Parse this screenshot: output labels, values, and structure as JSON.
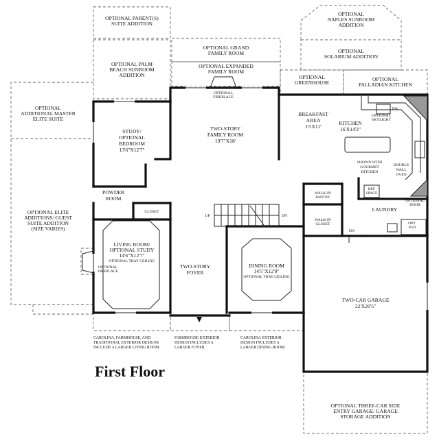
{
  "title": "First Floor",
  "labels": {
    "parents_suite": [
      "OPTIONAL PARENT(S)",
      "SUITE ADDITION"
    ],
    "palm_beach": [
      "OPTIONAL PALM",
      "BEACH SUNROOM",
      "ADDITION"
    ],
    "grand_family": [
      "OPTIONAL GRAND",
      "FAMILY ROOM"
    ],
    "expanded_family": [
      "OPTIONAL EXPANDED",
      "FAMILY ROOM"
    ],
    "naples": [
      "OPTIONAL",
      "NAPLES SUNROOM",
      "ADDITION"
    ],
    "solarium": [
      "OPTIONAL",
      "SOLARIUM ADDITION"
    ],
    "greenhouse": [
      "OPTIONAL",
      "GREENHOUSE"
    ],
    "palladian": [
      "OPTIONAL",
      "PALLADIAN KITCHEN"
    ],
    "master_elite": [
      "OPTIONAL",
      "ADDITIONAL MASTER",
      "ELITE SUITE"
    ],
    "elite_additions": [
      "OPTIONAL ELITE",
      "ADDITIONS/ GUEST",
      "SUITE ADDITION",
      "(SIZE VARIES)"
    ],
    "study": [
      "STUDY/",
      "OPTIONAL",
      "BEDROOM",
      "13'6\"X12'7\""
    ],
    "family_room": [
      "TWO-STORY",
      "FAMILY ROOM",
      "19'7\"X18'"
    ],
    "fireplace_family": [
      "OPTIONAL",
      "FIREPLACE"
    ],
    "breakfast": [
      "BREAKFAST",
      "AREA",
      "15'X11'"
    ],
    "kitchen": [
      "KITCHEN",
      "16'X14'2\""
    ],
    "skylight": [
      "OPTIONAL",
      "SKYLIGHT"
    ],
    "dw": "DW",
    "gourmet": [
      "SHOWN WITH",
      "GOURMET",
      "KITCHEN"
    ],
    "double_oven": [
      "DOUBLE",
      "WALL",
      "OVEN"
    ],
    "ref_space": [
      "REF",
      "SPACE"
    ],
    "powder": [
      "POWDER",
      "ROOM"
    ],
    "closet": "CLOSET",
    "up": "UP",
    "dn_stair": "DN",
    "walkin_pantry": [
      "WALK-IN",
      "PANTRY"
    ],
    "walkin_closet": [
      "WALK-IN",
      "CLOSET"
    ],
    "dn_garage": "DN",
    "laundry": "LAUNDRY",
    "optional_door": [
      "OPTIONAL",
      "DOOR"
    ],
    "opt_wd": [
      "OPT.",
      "W/D"
    ],
    "living": [
      "LIVING ROOM/",
      "OPTIONAL STUDY",
      "14'6\"X12'7\"",
      "OPTIONAL TRAY CEILING"
    ],
    "fireplace_living": [
      "OPTIONAL",
      "FIREPLACE"
    ],
    "foyer": [
      "TWO-STORY",
      "FOYER"
    ],
    "dining": [
      "DINING ROOM",
      "14'5\"X12'9\"",
      "OPTIONAL TRAY CEILING"
    ],
    "garage": [
      "TWO-CAR GARAGE",
      "22'X20'5\""
    ],
    "three_car": [
      "OPTIONAL THREE-CAR SIDE",
      "ENTRY GARAGE/ GARAGE",
      "STORAGE ADDITION"
    ],
    "note_living": [
      "CAROLINA, FARMHOUSE, AND",
      "TRADITIONAL EXTERIOR DESIGNS",
      "INCLUDE A LARGER LIVING ROOM."
    ],
    "note_foyer": [
      "FARMHOUSE EXTERIOR",
      "DESIGN INCLUDES A",
      "LARGER FOYER."
    ],
    "note_dining": [
      "CAROLINA EXTERIOR",
      "DESIGN INCLUDES A",
      "LARGER DINING ROOM."
    ]
  }
}
